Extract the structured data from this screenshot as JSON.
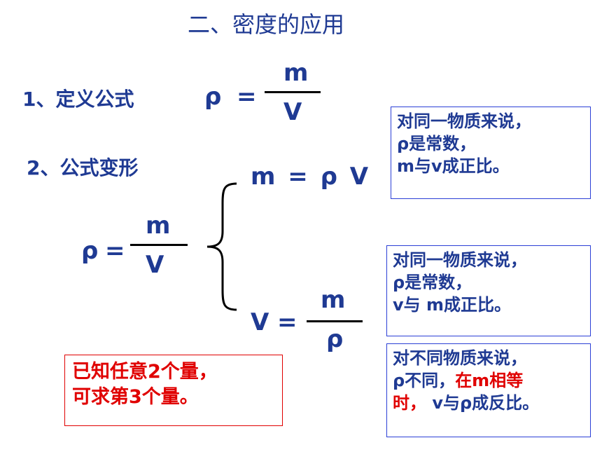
{
  "title": "二、密度的应用",
  "definition": {
    "label": "1、定义公式",
    "lhs": "ρ",
    "eq": "=",
    "num": "m",
    "den": "V"
  },
  "transform": {
    "label": "2、公式变形"
  },
  "main_formula": {
    "lhs": "ρ",
    "eq": "=",
    "num": "m",
    "den": "V"
  },
  "formula_mass": "m = ρ V",
  "formula_volume": {
    "lhs": "V",
    "eq": "=",
    "num": "m",
    "den": "ρ"
  },
  "box1": {
    "line1": "对同一物质来说，",
    "line2": "ρ是常数，",
    "line3": "m与v成正比。"
  },
  "box2": {
    "line1": "对同一物质来说，",
    "line2": "ρ是常数，",
    "line3": "v与 m成正比。"
  },
  "box3": {
    "line1": "对不同物质来说，",
    "line2a": "ρ不同，",
    "line2b": "在m相等",
    "line3a": "时，",
    "line3b": " v与ρ成反比。"
  },
  "red_box": {
    "line1": "已知任意2个量，",
    "line2": "可求第3个量。"
  }
}
